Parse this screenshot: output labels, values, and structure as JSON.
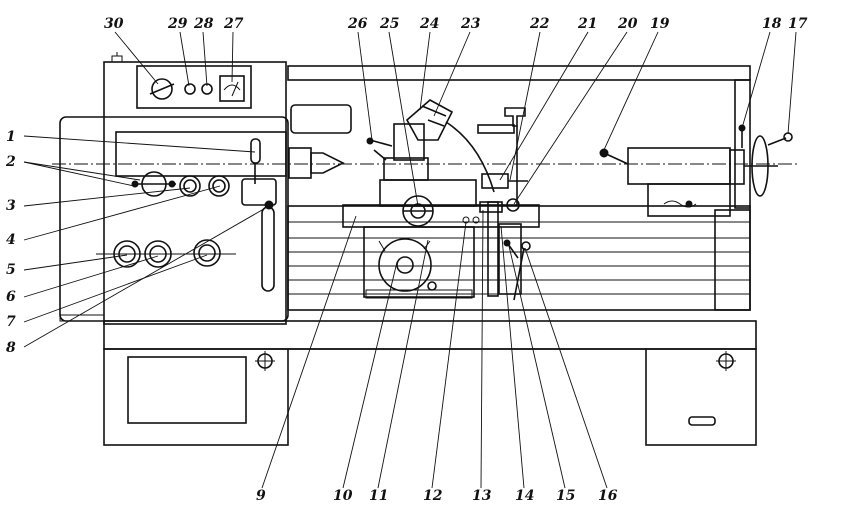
{
  "callouts": [
    {
      "num": "1"
    },
    {
      "num": "2"
    },
    {
      "num": "3"
    },
    {
      "num": "4"
    },
    {
      "num": "5"
    },
    {
      "num": "6"
    },
    {
      "num": "7"
    },
    {
      "num": "8"
    },
    {
      "num": "9"
    },
    {
      "num": "10"
    },
    {
      "num": "11"
    },
    {
      "num": "12"
    },
    {
      "num": "13"
    },
    {
      "num": "14"
    },
    {
      "num": "15"
    },
    {
      "num": "16"
    },
    {
      "num": "17"
    },
    {
      "num": "18"
    },
    {
      "num": "19"
    },
    {
      "num": "20"
    },
    {
      "num": "21"
    },
    {
      "num": "22"
    },
    {
      "num": "23"
    },
    {
      "num": "24"
    },
    {
      "num": "25"
    },
    {
      "num": "26"
    },
    {
      "num": "27"
    },
    {
      "num": "28"
    },
    {
      "num": "29"
    },
    {
      "num": "30"
    }
  ],
  "colors": {
    "ink": "#111111",
    "paper": "#ffffff"
  }
}
